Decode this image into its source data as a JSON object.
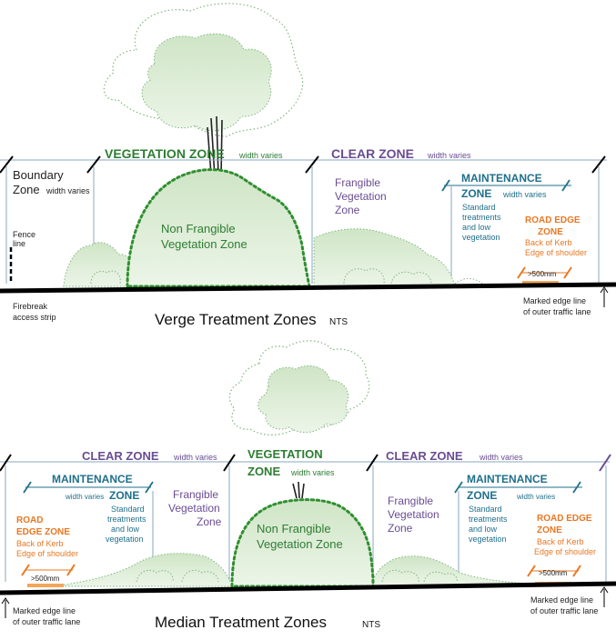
{
  "colors": {
    "green_text": "#2e7d32",
    "purple_text": "#6a4c93",
    "teal_text": "#1f6f8b",
    "orange_text": "#e87722",
    "zone_line": "#5b8fa8",
    "ground": "#000000",
    "foliage_fill": "#d9ead3",
    "foliage_dots": "#2f8f2f"
  },
  "verge": {
    "title": "Verge Treatment Zones",
    "nts": "NTS",
    "vegetation_zone": "VEGETATION ZONE",
    "vegetation_zone_note": "width varies",
    "clear_zone": "CLEAR ZONE",
    "clear_zone_note": "width varies",
    "boundary_line1": "Boundary",
    "boundary_line2": "Zone",
    "boundary_note": "width varies",
    "fence_line1": "Fence",
    "fence_line2": "line",
    "firebreak_line1": "Firebreak",
    "firebreak_line2": "access strip",
    "non_frangible_line1": "Non Frangible",
    "non_frangible_line2": "Vegetation Zone",
    "frangible_line1": "Frangible",
    "frangible_line2": "Vegetation",
    "frangible_line3": "Zone",
    "maintenance_line1": "MAINTENANCE",
    "maintenance_line2": "ZONE",
    "maintenance_note": "width varies",
    "standard_line1": "Standard",
    "standard_line2": "treatments",
    "standard_line3": "and low",
    "standard_line4": "vegetation",
    "road_edge_line1": "ROAD EDGE",
    "road_edge_line2": "ZONE",
    "road_back_kerb": "Back of Kerb",
    "road_edge_shoulder": "Edge of shoulder",
    "road_dim": ">500mm",
    "marked_line1": "Marked edge  line",
    "marked_line2": "of outer traffic lane"
  },
  "median": {
    "title": "Median Treatment Zones",
    "nts": "NTS",
    "clear_zone_left": "CLEAR ZONE",
    "clear_zone_left_note": "width varies",
    "vegetation_line1": "VEGETATION",
    "vegetation_line2": "ZONE",
    "vegetation_note": "width varies",
    "clear_zone_right": "CLEAR ZONE",
    "clear_zone_right_note": "width varies",
    "maintenance_line1": "MAINTENANCE",
    "maintenance_line2": "ZONE",
    "maintenance_note": "width varies",
    "standard_line1": "Standard",
    "standard_line2": "treatments",
    "standard_line3": "and low",
    "standard_line4": "vegetation",
    "frangible_line1": "Frangible",
    "frangible_line2": "Vegetation",
    "frangible_line3": "Zone",
    "road_edge_line1": "ROAD",
    "road_edge_line1b": "EDGE  ZONE",
    "road_edge_right1": "ROAD  EDGE",
    "road_edge_right2": "ZONE",
    "road_back_kerb": "Back of Kerb",
    "road_edge_shoulder": "Edge of shoulder",
    "road_dim": ">500mm",
    "non_frangible_line1": "Non Frangible",
    "non_frangible_line2": "Vegetation Zone",
    "marked_line1": "Marked edge  line",
    "marked_line2": "of outer traffic lane"
  }
}
